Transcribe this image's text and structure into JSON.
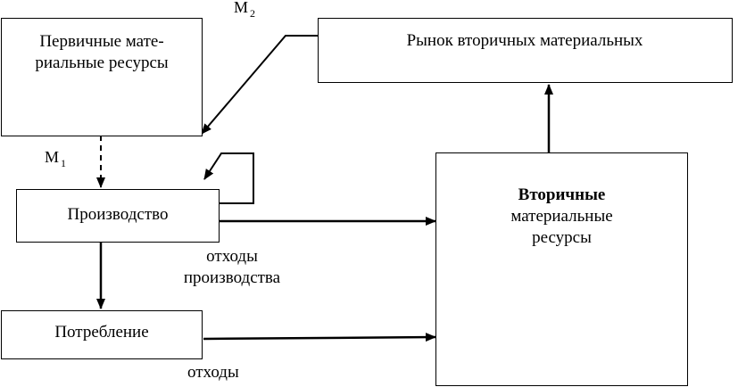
{
  "primary": {
    "line1": "Первичные мате-",
    "line2": "риальные ресурсы"
  },
  "market": {
    "label": "Рынок вторичных материальных"
  },
  "production": {
    "label": "Производство"
  },
  "consumption": {
    "label": "Потребление"
  },
  "secondary": {
    "line1": "Вторичные",
    "line2": "материальные",
    "line3": "ресурсы"
  },
  "labels": {
    "m1": "M",
    "m1_sub": "1",
    "m2": "M",
    "m2_sub": "2",
    "waste_production_1": "отходы",
    "waste_production_2": "производства",
    "waste": "отходы"
  }
}
